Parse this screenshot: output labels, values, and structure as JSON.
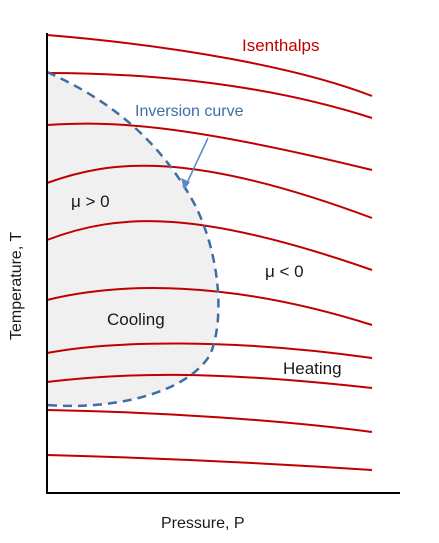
{
  "labels": {
    "isenthalps": "Isenthalps",
    "inversion_curve": "Inversion curve",
    "mu_positive": "μ > 0",
    "mu_negative": "μ < 0",
    "cooling": "Cooling",
    "heating": "Heating",
    "x_axis": "Pressure, P",
    "y_axis": "Temperature, T"
  },
  "colors": {
    "isenthalp": "#c00000",
    "inversion_curve": "#3d6fa3",
    "cooling_region": "#f0f0f0",
    "axes": "#000000",
    "text": "#1a1a1a"
  }
}
